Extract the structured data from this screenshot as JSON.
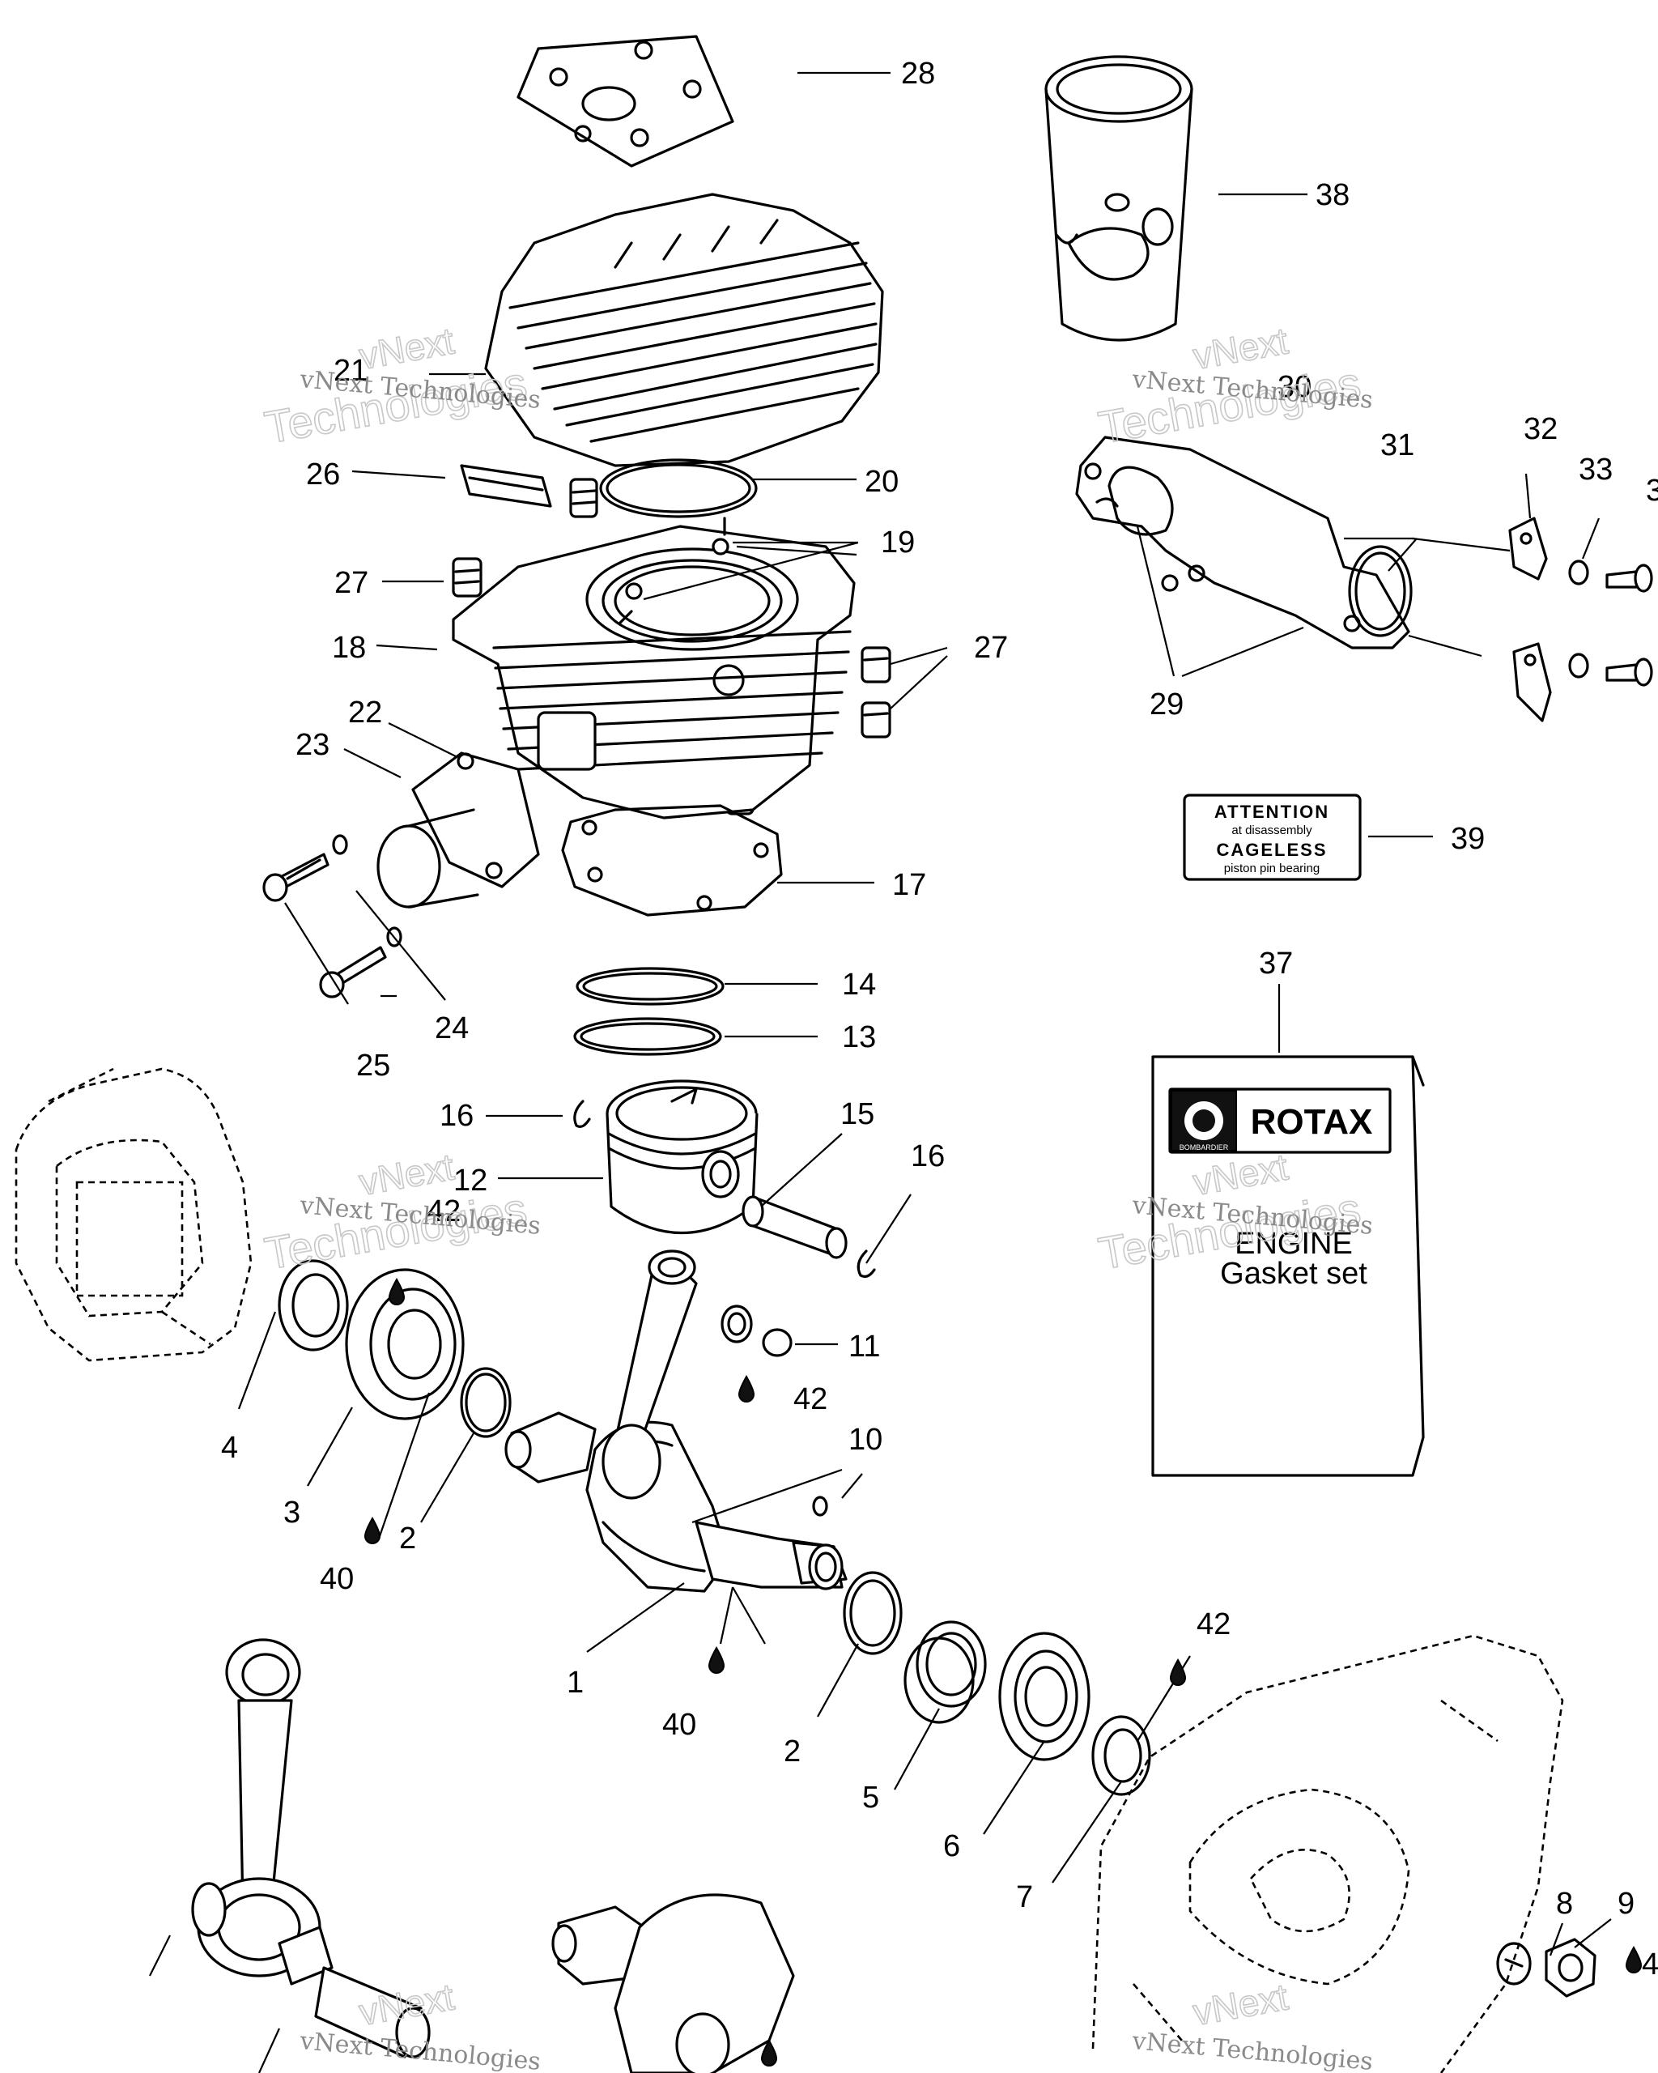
{
  "callouts": {
    "n1": "1",
    "n2a": "2",
    "n2b": "2",
    "n3": "3",
    "n4": "4",
    "n5": "5",
    "n6": "6",
    "n7": "7",
    "n8": "8",
    "n9": "9",
    "n10": "10",
    "n11": "11",
    "n12": "12",
    "n13": "13",
    "n14": "14",
    "n15": "15",
    "n16a": "16",
    "n16b": "16",
    "n17": "17",
    "n18": "18",
    "n19": "19",
    "n20": "20",
    "n21": "21",
    "n22": "22",
    "n23": "23",
    "n24": "24",
    "n25": "25",
    "n26": "26",
    "n27a": "27",
    "n27b": "27",
    "n28": "28",
    "n29": "29",
    "n30": "30",
    "n31": "31",
    "n32": "32",
    "n33": "33",
    "n37": "37",
    "n38": "38",
    "n39": "39",
    "n40a": "40",
    "n40b": "40",
    "n42a": "42",
    "n42b": "42",
    "n42c": "42",
    "n3edge": "3",
    "n4edge": "4"
  },
  "attention_decal": {
    "line1": "ATTENTION",
    "line2": "at disassembly",
    "line3": "CAGELESS",
    "line4": "piston pin bearing"
  },
  "manual": {
    "maker_badge": "BOMBARDIER",
    "brand": "ROTAX",
    "line1": "ENGINE",
    "line2": "Gasket set"
  },
  "watermark": {
    "line1": "vNext Technologies",
    "outline_top": "vNext",
    "outline_bottom": "Technologies"
  },
  "icons": [
    "oil-drop-icon",
    "gear-badge-icon"
  ]
}
